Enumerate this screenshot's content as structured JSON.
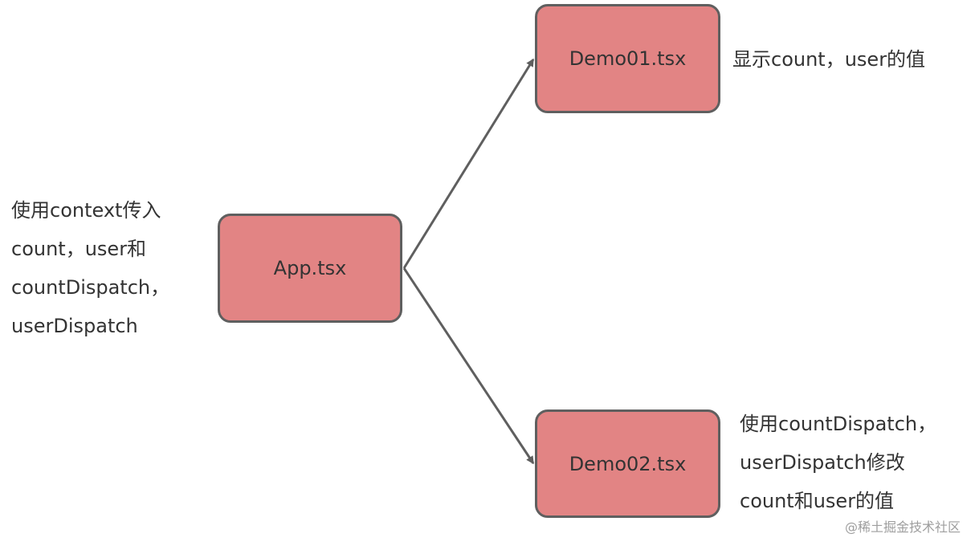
{
  "colors": {
    "box_fill": "#e28484",
    "box_border": "#5f5f5f",
    "arrow": "#5f5f5f",
    "text": "#333333",
    "watermark": "#9e9e9e"
  },
  "nodes": {
    "app": {
      "label": "App.tsx"
    },
    "demo01": {
      "label": "Demo01.tsx"
    },
    "demo02": {
      "label": "Demo02.tsx"
    }
  },
  "edges": [
    {
      "from": "app",
      "to": "demo01"
    },
    {
      "from": "app",
      "to": "demo02"
    }
  ],
  "notes": {
    "app": [
      "使用context传入",
      "count，user和",
      "countDispatch，",
      "userDispatch"
    ],
    "demo01": [
      "显示count，user的值"
    ],
    "demo02": [
      "使用countDispatch，",
      "userDispatch修改",
      "count和user的值"
    ]
  },
  "watermark": "@稀土掘金技术社区"
}
